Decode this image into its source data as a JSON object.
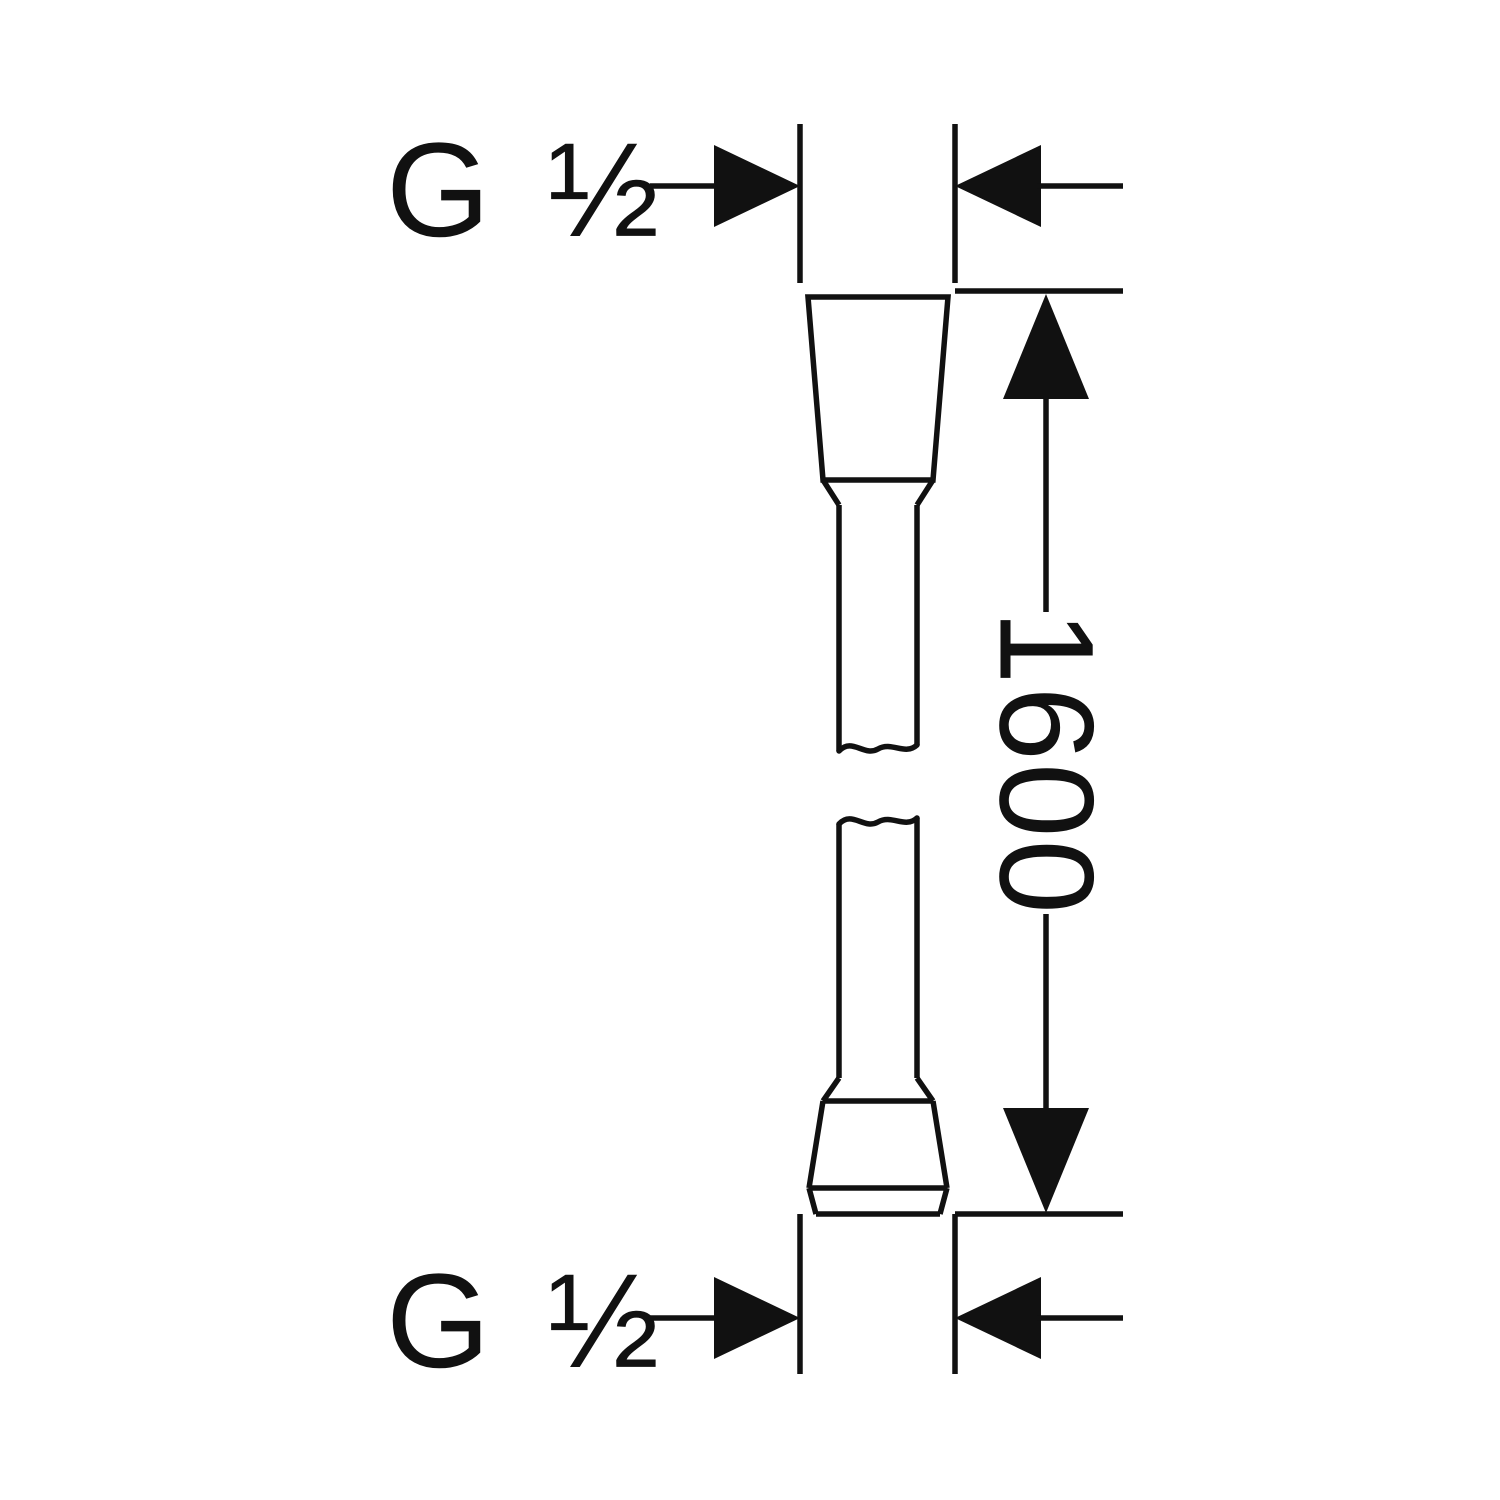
{
  "diagram": {
    "labels": {
      "top_thread": "G ½",
      "length": "1600",
      "bottom_thread": "G ½"
    },
    "colors": {
      "line": "#111111",
      "background": "#ffffff"
    }
  }
}
